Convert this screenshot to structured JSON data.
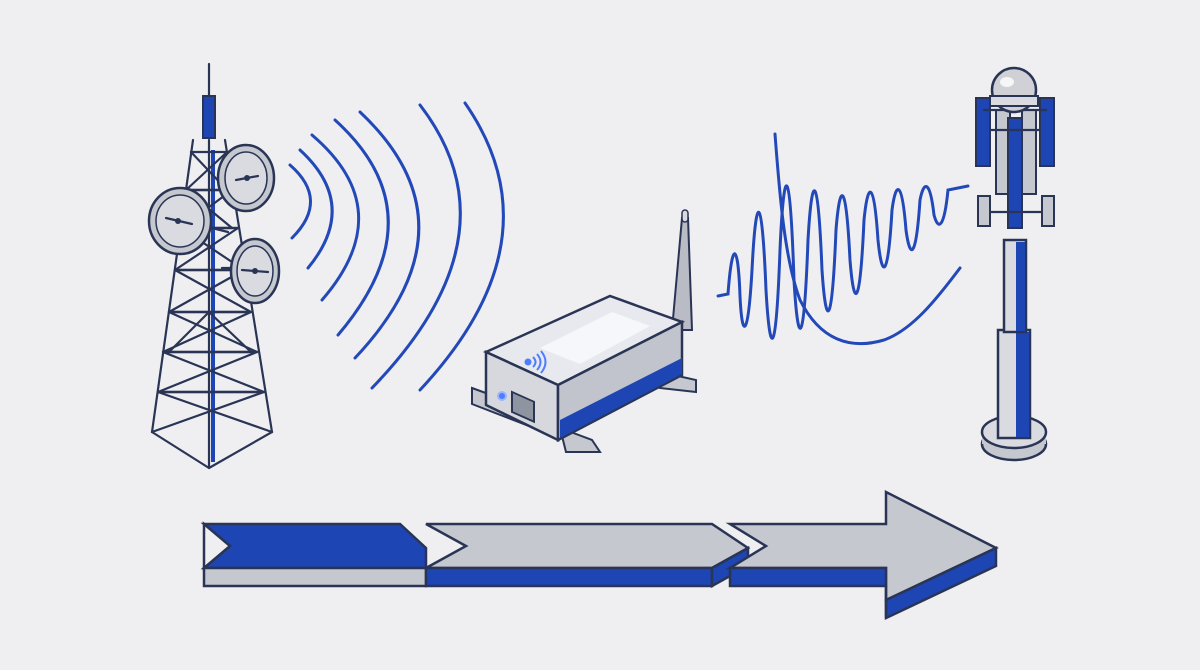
{
  "colors": {
    "background": "#efeff1",
    "accent_blue": "#1d45b3",
    "outline": "#2a3556",
    "metal_light": "#d9dbe0",
    "metal_mid": "#b9bcc4",
    "led_glow": "#4f7dff"
  },
  "diagram": {
    "nodes": [
      {
        "id": "lattice-tower",
        "icon": "lattice-tower-with-dish-antennas-icon"
      },
      {
        "id": "router",
        "icon": "wireless-router-modem-icon"
      },
      {
        "id": "monopole-tower",
        "icon": "monopole-cell-tower-icon"
      }
    ],
    "signals": [
      {
        "id": "tower-broadcast",
        "icon": "radio-wave-arcs-icon"
      },
      {
        "id": "router-to-pole",
        "icon": "oscillating-signal-icon"
      }
    ],
    "flow": {
      "direction": "left-to-right",
      "segments": [
        "chevron-segment-1",
        "chevron-segment-2",
        "arrow-head-segment"
      ]
    }
  }
}
